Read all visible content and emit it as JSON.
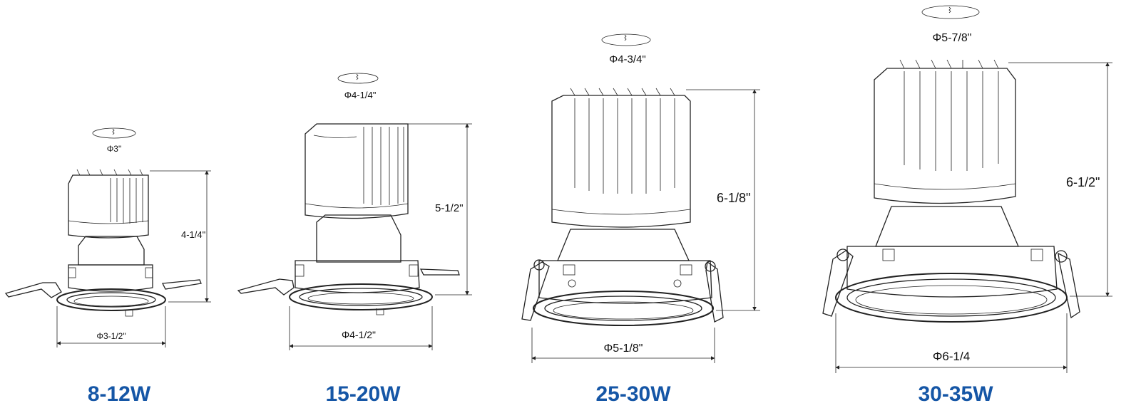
{
  "colors": {
    "label": "#1556a6",
    "line": "#222222"
  },
  "models": [
    {
      "id": "m1",
      "wattage": "8-12W",
      "height_label": "4-1/4\"",
      "top_diameter_label": "Φ3\"",
      "bottom_diameter_label": "Φ3-1/2\""
    },
    {
      "id": "m2",
      "wattage": "15-20W",
      "height_label": "5-1/2\"",
      "top_diameter_label": "Φ4-1/4\"",
      "bottom_diameter_label": "Φ4-1/2\""
    },
    {
      "id": "m3",
      "wattage": "25-30W",
      "height_label": "6-1/8\"",
      "top_diameter_label": "Φ4-3/4\"",
      "bottom_diameter_label": "Φ5-1/8\""
    },
    {
      "id": "m4",
      "wattage": "30-35W",
      "height_label": "6-1/2\"",
      "top_diameter_label": "Φ5-7/8\"",
      "bottom_diameter_label": "Φ6-1/4"
    }
  ]
}
